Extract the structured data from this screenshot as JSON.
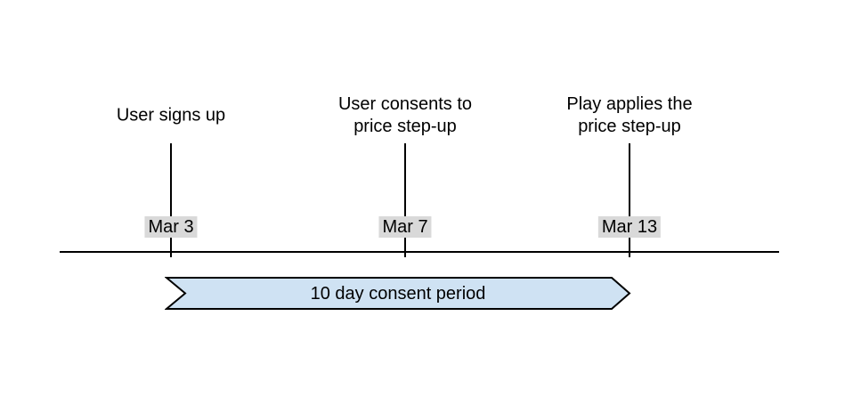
{
  "diagram": {
    "background": "#ffffff",
    "line_color": "#000000",
    "date_chip_background": "#d9d9d9",
    "events": [
      {
        "label": "User signs up",
        "date": "Mar 3"
      },
      {
        "label": "User consents to\nprice step-up",
        "date": "Mar 7"
      },
      {
        "label": "Play applies the\nprice step-up",
        "date": "Mar 13"
      }
    ],
    "banner": {
      "label": "10 day consent period",
      "fill": "#cfe2f3",
      "border": "#000000"
    }
  }
}
